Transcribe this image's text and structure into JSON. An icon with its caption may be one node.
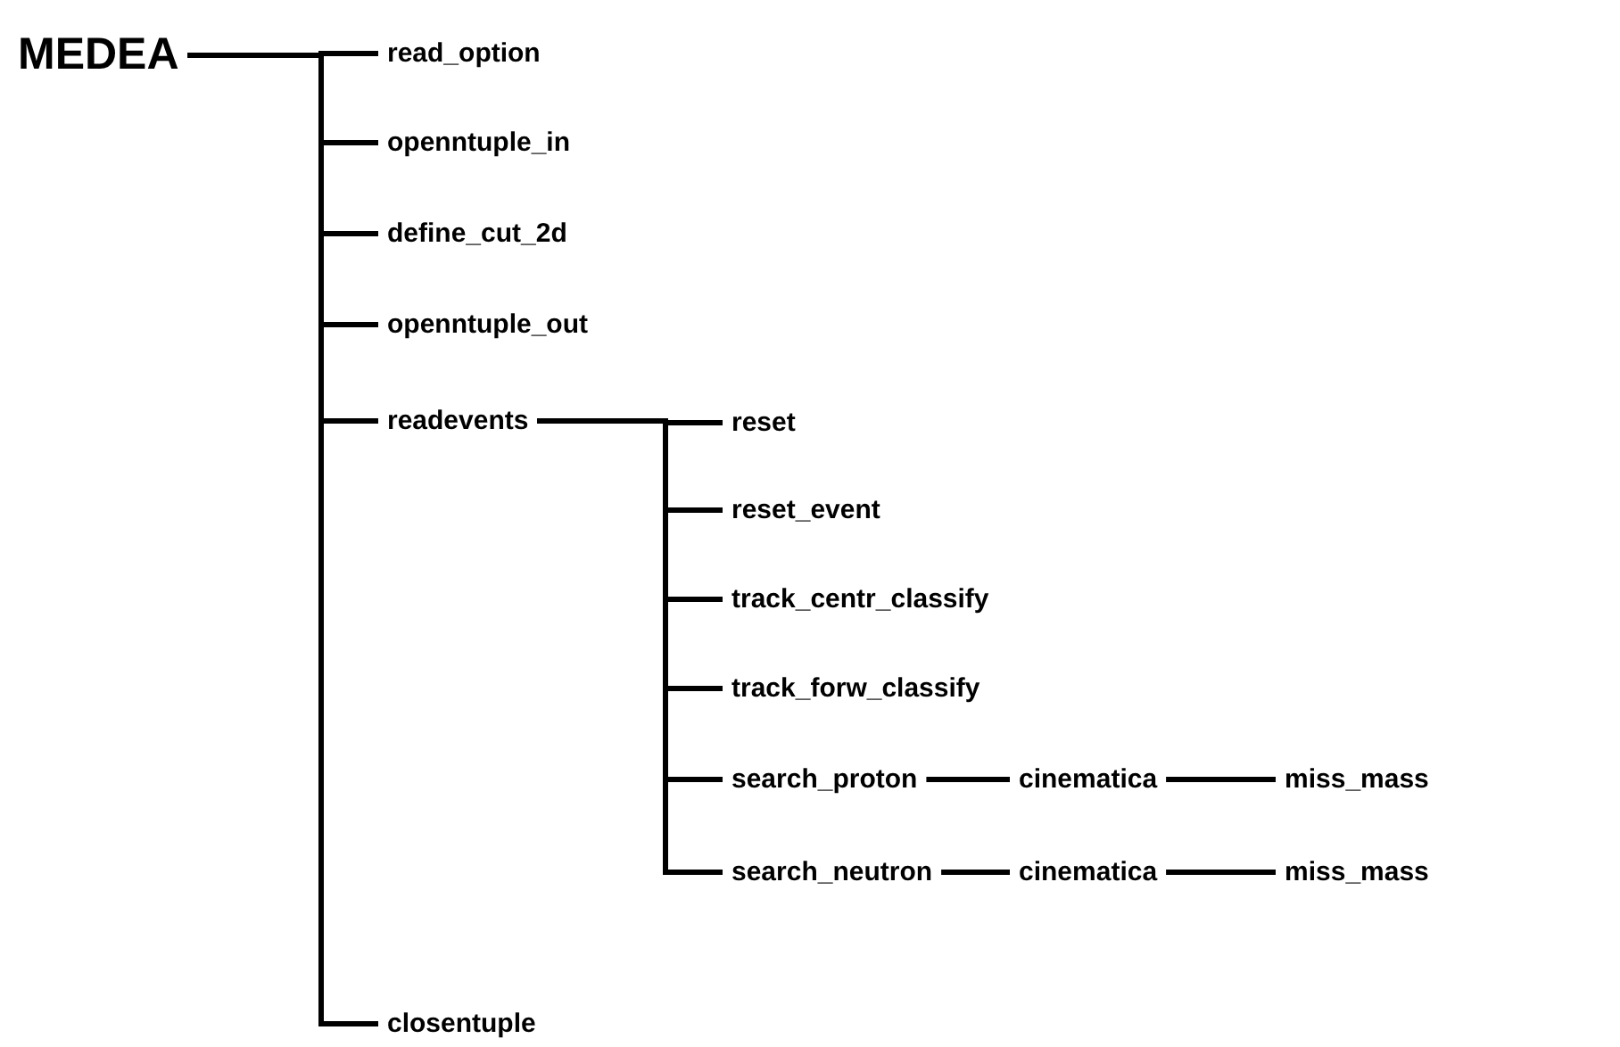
{
  "diagram": {
    "nodes": [
      {
        "text": [
          "MEDEA"
        ]
      },
      {
        "text": [
          "read_option"
        ]
      },
      {
        "text": [
          "openntuple_in"
        ]
      },
      {
        "text": [
          "define_cut_2d"
        ]
      },
      {
        "text": [
          "openntuple_out"
        ]
      },
      {
        "text": [
          "readevents"
        ]
      },
      {
        "text": [
          "reset"
        ]
      },
      {
        "text": [
          "reset_event"
        ]
      },
      {
        "text": [
          "track_centr_classify"
        ]
      },
      {
        "text": [
          "track_forw_classify"
        ]
      },
      {
        "text": [
          "search_proton"
        ]
      },
      {
        "text": [
          "cinematica"
        ]
      },
      {
        "text": [
          "miss_mass"
        ]
      },
      {
        "text": [
          "search_neutron"
        ]
      },
      {
        "text": [
          "cinematica"
        ]
      },
      {
        "text": [
          "miss_mass"
        ]
      },
      {
        "text": [
          "closentuple"
        ]
      }
    ],
    "edges": [
      {
        "from": 0,
        "to": 1,
        "arrow": "none"
      },
      {
        "from": 0,
        "to": 2,
        "arrow": "none"
      },
      {
        "from": 0,
        "to": 3,
        "arrow": "none"
      },
      {
        "from": 0,
        "to": 4,
        "arrow": "none"
      },
      {
        "from": 0,
        "to": 5,
        "arrow": "none"
      },
      {
        "from": 0,
        "to": 16,
        "arrow": "none"
      },
      {
        "from": 5,
        "to": 6,
        "arrow": "none"
      },
      {
        "from": 5,
        "to": 7,
        "arrow": "none"
      },
      {
        "from": 5,
        "to": 8,
        "arrow": "none"
      },
      {
        "from": 5,
        "to": 9,
        "arrow": "none"
      },
      {
        "from": 5,
        "to": 10,
        "arrow": "none"
      },
      {
        "from": 5,
        "to": 13,
        "arrow": "none"
      },
      {
        "from": 10,
        "to": 11,
        "arrow": "none"
      },
      {
        "from": 11,
        "to": 12,
        "arrow": "none"
      },
      {
        "from": 13,
        "to": 14,
        "arrow": "none"
      },
      {
        "from": 14,
        "to": 15,
        "arrow": "none"
      }
    ]
  }
}
